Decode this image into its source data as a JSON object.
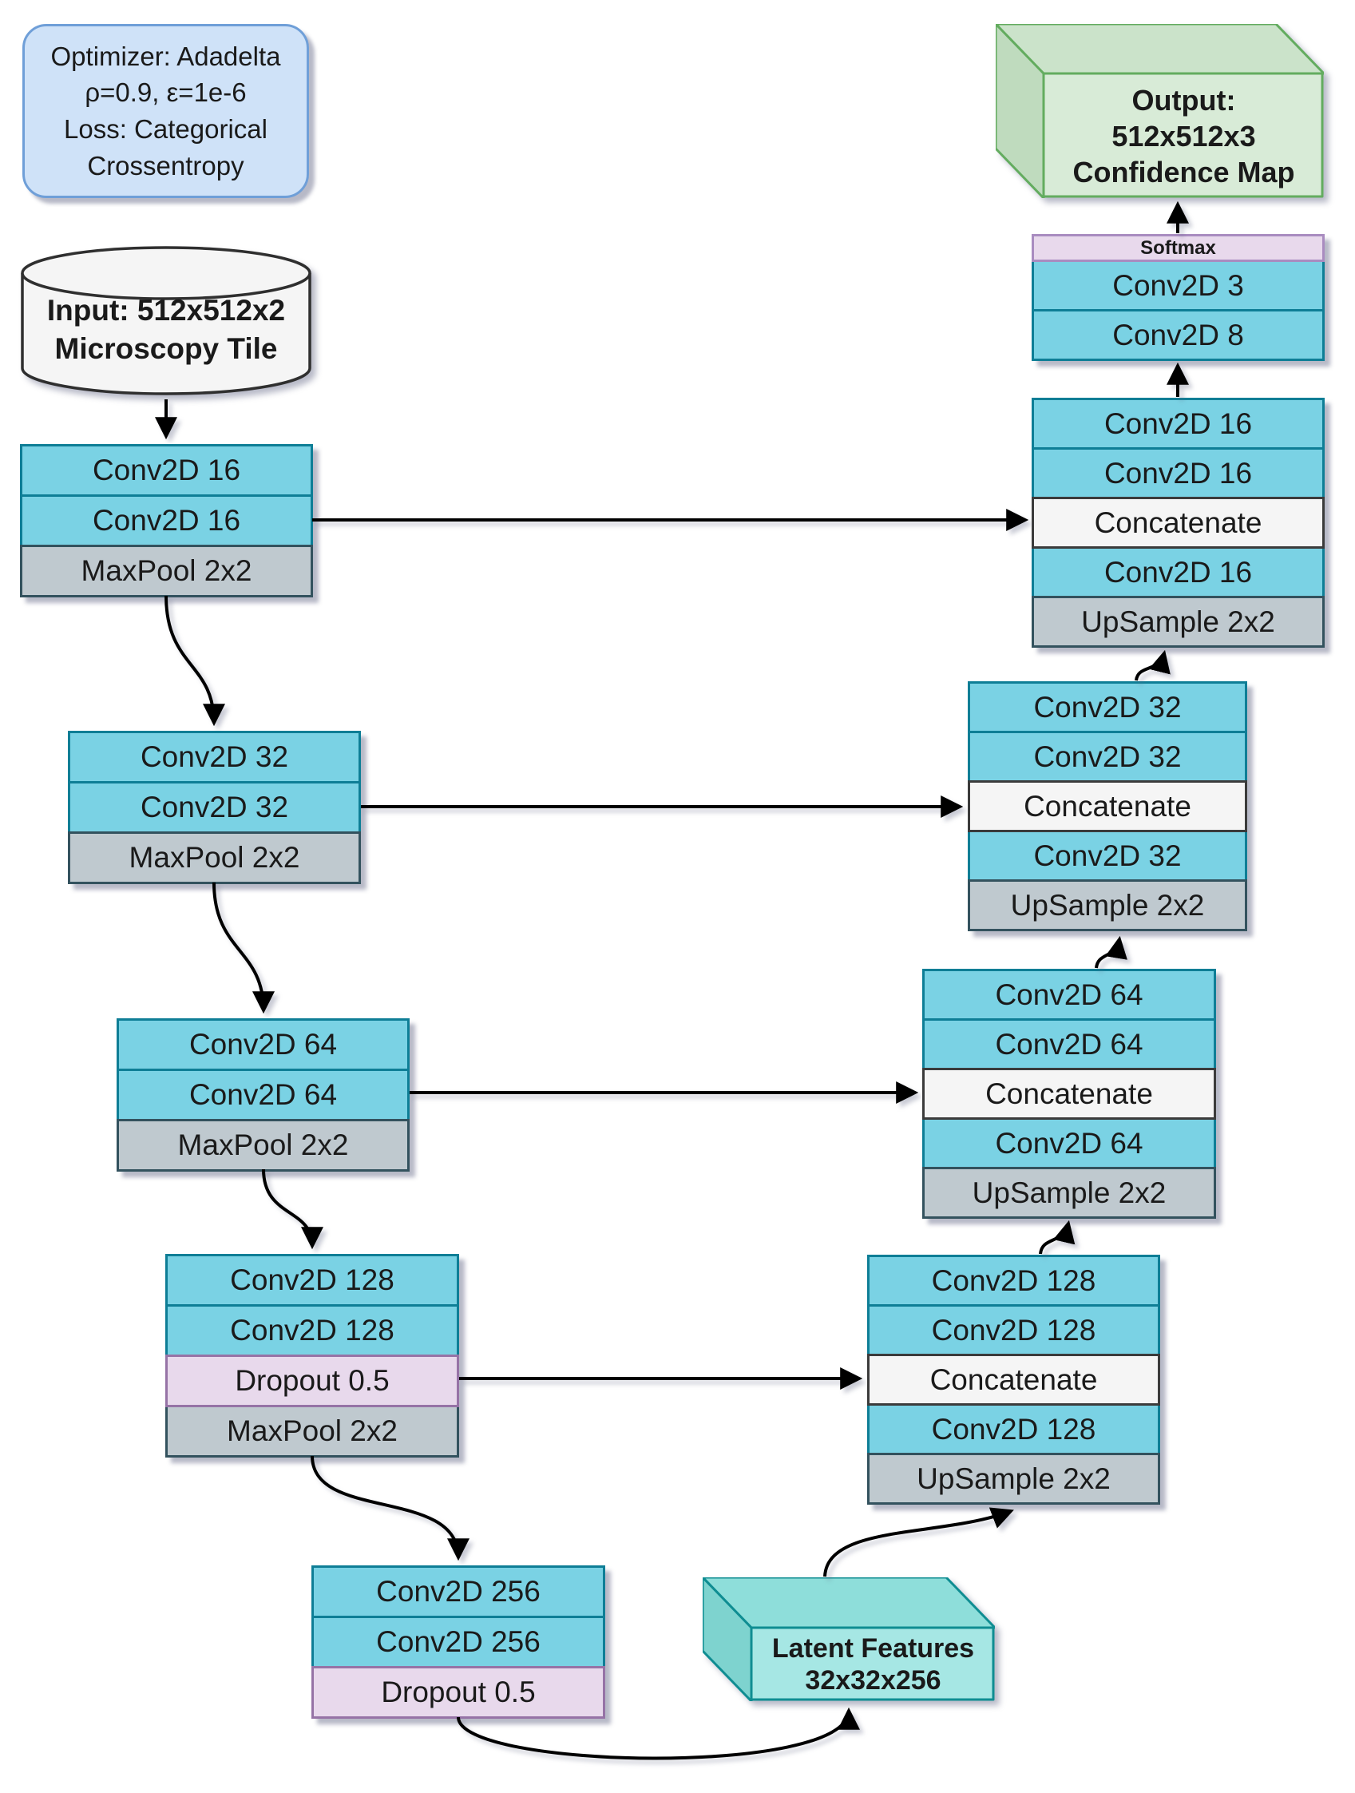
{
  "info_box": {
    "text": "Optimizer: Adadelta\nρ=0.9, ε=1e-6\nLoss: Categorical\nCrossentropy"
  },
  "input": {
    "label": "Input: 512x512x2\nMicroscopy Tile"
  },
  "output": {
    "label": "Output:\n512x512x3\nConfidence Map"
  },
  "latent": {
    "label": "Latent Features\n32x32x256"
  },
  "head": {
    "softmax": "Softmax",
    "conv3": "Conv2D 3",
    "conv8": "Conv2D 8"
  },
  "encoder": [
    {
      "rows": [
        {
          "type": "conv",
          "label": "Conv2D 16"
        },
        {
          "type": "conv",
          "label": "Conv2D 16"
        },
        {
          "type": "pool",
          "label": "MaxPool 2x2"
        }
      ]
    },
    {
      "rows": [
        {
          "type": "conv",
          "label": "Conv2D 32"
        },
        {
          "type": "conv",
          "label": "Conv2D 32"
        },
        {
          "type": "pool",
          "label": "MaxPool 2x2"
        }
      ]
    },
    {
      "rows": [
        {
          "type": "conv",
          "label": "Conv2D 64"
        },
        {
          "type": "conv",
          "label": "Conv2D 64"
        },
        {
          "type": "pool",
          "label": "MaxPool 2x2"
        }
      ]
    },
    {
      "rows": [
        {
          "type": "conv",
          "label": "Conv2D 128"
        },
        {
          "type": "conv",
          "label": "Conv2D 128"
        },
        {
          "type": "drop",
          "label": "Dropout 0.5"
        },
        {
          "type": "pool",
          "label": "MaxPool 2x2"
        }
      ]
    },
    {
      "rows": [
        {
          "type": "conv",
          "label": "Conv2D 256"
        },
        {
          "type": "conv",
          "label": "Conv2D 256"
        },
        {
          "type": "drop",
          "label": "Dropout 0.5"
        }
      ]
    }
  ],
  "decoder": [
    {
      "rows": [
        {
          "type": "conv",
          "label": "Conv2D 16"
        },
        {
          "type": "conv",
          "label": "Conv2D 16"
        },
        {
          "type": "concat",
          "label": "Concatenate"
        },
        {
          "type": "conv",
          "label": "Conv2D 16"
        },
        {
          "type": "up",
          "label": "UpSample 2x2"
        }
      ]
    },
    {
      "rows": [
        {
          "type": "conv",
          "label": "Conv2D 32"
        },
        {
          "type": "conv",
          "label": "Conv2D 32"
        },
        {
          "type": "concat",
          "label": "Concatenate"
        },
        {
          "type": "conv",
          "label": "Conv2D 32"
        },
        {
          "type": "up",
          "label": "UpSample 2x2"
        }
      ]
    },
    {
      "rows": [
        {
          "type": "conv",
          "label": "Conv2D 64"
        },
        {
          "type": "conv",
          "label": "Conv2D 64"
        },
        {
          "type": "concat",
          "label": "Concatenate"
        },
        {
          "type": "conv",
          "label": "Conv2D 64"
        },
        {
          "type": "up",
          "label": "UpSample 2x2"
        }
      ]
    },
    {
      "rows": [
        {
          "type": "conv",
          "label": "Conv2D 128"
        },
        {
          "type": "conv",
          "label": "Conv2D 128"
        },
        {
          "type": "concat",
          "label": "Concatenate"
        },
        {
          "type": "conv",
          "label": "Conv2D 128"
        },
        {
          "type": "up",
          "label": "UpSample 2x2"
        }
      ]
    }
  ],
  "colors": {
    "conv_fill": "#7ad2e4",
    "conv_border": "#0e7e96",
    "pool_fill": "#bfc9cf",
    "pool_border": "#33525e",
    "concat_fill": "#f5f5f5",
    "concat_border": "#3b3b3b",
    "drop_fill": "#e8d9ec",
    "drop_border": "#9673a6",
    "softmax_border": "#a98cc0",
    "info_fill": "#cfe2f8",
    "info_border": "#6f9fd8",
    "cylinder_fill": "#f5f5f5",
    "cylinder_border": "#2f2f2f",
    "green_front": "#d8ebd7",
    "green_top": "#cbe3ca",
    "green_left": "#bfdbbe",
    "green_border": "#63ac5f",
    "teal_front": "#a6e7e4",
    "teal_top": "#8ededa",
    "teal_left": "#7ed3cf",
    "teal_border": "#0f8d92",
    "arrow": "#000000"
  }
}
